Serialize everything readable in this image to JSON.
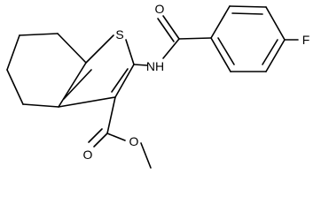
{
  "atoms": {
    "sulfur": "S",
    "amide_nitrogen": "NH",
    "amide_oxygen": "O",
    "fluorine": "F",
    "carbonyl_oxygen": "O",
    "ester_oxygen": "O"
  }
}
